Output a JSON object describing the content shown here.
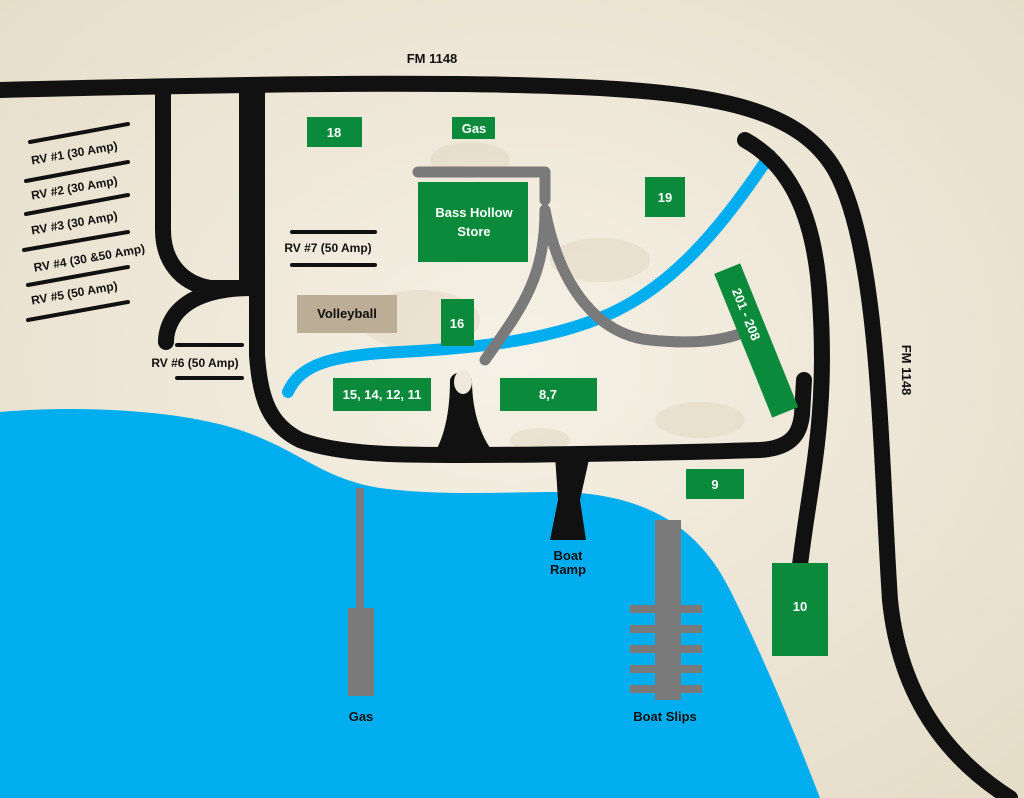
{
  "roads": {
    "highway_top": "FM 1148",
    "highway_right": "FM 1148"
  },
  "rv_sites": [
    "RV #1 (30 Amp)",
    "RV #2 (30 Amp)",
    "RV #3 (30 Amp)",
    "RV #4 (30 &50 Amp)",
    "RV #5 (50 Amp)",
    "RV #6 (50 Amp)",
    "RV #7 (50 Amp)"
  ],
  "buildings": {
    "b18": "18",
    "gas_top": "Gas",
    "store_line1": "Bass Hollow",
    "store_line2": "Store",
    "b19": "19",
    "b201_208": "201 - 208",
    "volleyball": "Volleyball",
    "b16": "16",
    "b15": "15, 14, 12, 11",
    "b8_7": "8,7",
    "b9": "9",
    "b10": "10"
  },
  "water": {
    "boat_ramp_line1": "Boat",
    "boat_ramp_line2": "Ramp",
    "gas_dock": "Gas",
    "boat_slips": "Boat Slips"
  },
  "colors": {
    "land": "#efe9dd",
    "water": "#00aeef",
    "road": "#111111",
    "path": "#7a7a7a",
    "building": "#0a8a3a",
    "volleyball": "#bcae96"
  }
}
